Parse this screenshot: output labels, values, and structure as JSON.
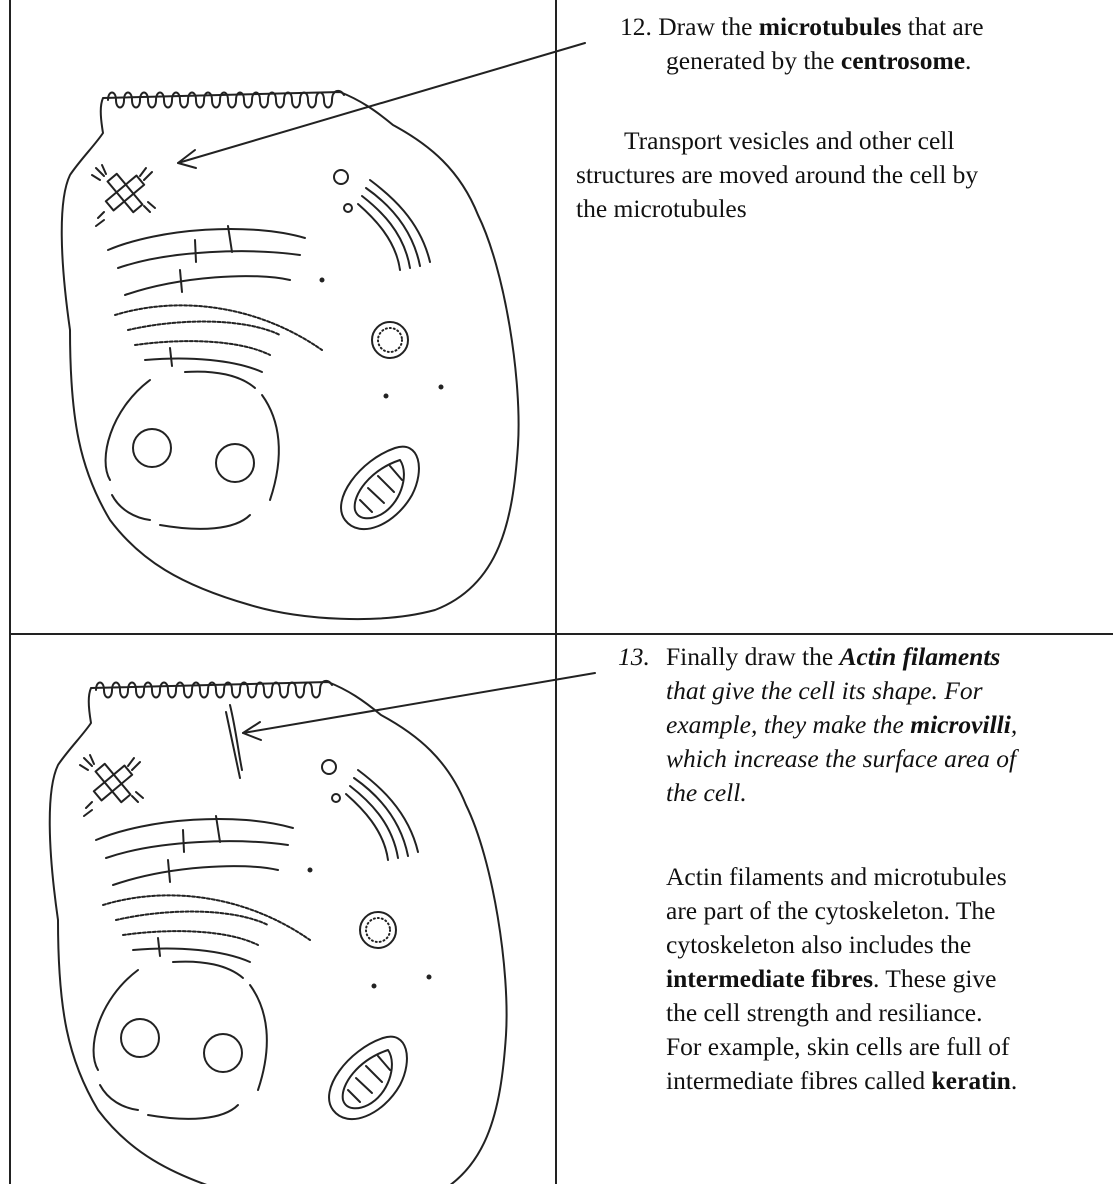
{
  "q12": {
    "number": "12.",
    "line1_pre": "Draw the ",
    "line1_bold": "microtubules",
    "line1_post": " that are",
    "line2_pre": "generated by the ",
    "line2_bold": "centrosome",
    "line2_post": ".",
    "note_line1": "Transport vesicles and other cell",
    "note_line2": "structures are moved around the cell by",
    "note_line3": "the microtubules"
  },
  "q13": {
    "number": "13.",
    "line1_pre": "Finally draw the ",
    "line1_bold": "Actin filaments",
    "line2": "that give the cell its shape. For",
    "line3_pre": "example, they make the ",
    "line3_bold": "microvilli",
    "line3_post": ",",
    "line4": "which increase the surface area of",
    "line5": "the cell.",
    "note_line1": "Actin filaments and microtubules",
    "note_line2": "are part of the cytoskeleton. The",
    "note_line3": "cytoskeleton also includes the",
    "note_line4_bold": "intermediate fibres",
    "note_line4_post": ". These give",
    "note_line5": "the cell strength and resiliance.",
    "note_line6": "For example, skin cells are full of",
    "note_line7_pre": "intermediate fibres called ",
    "note_line7_bold": "keratin",
    "note_line7_post": "."
  }
}
